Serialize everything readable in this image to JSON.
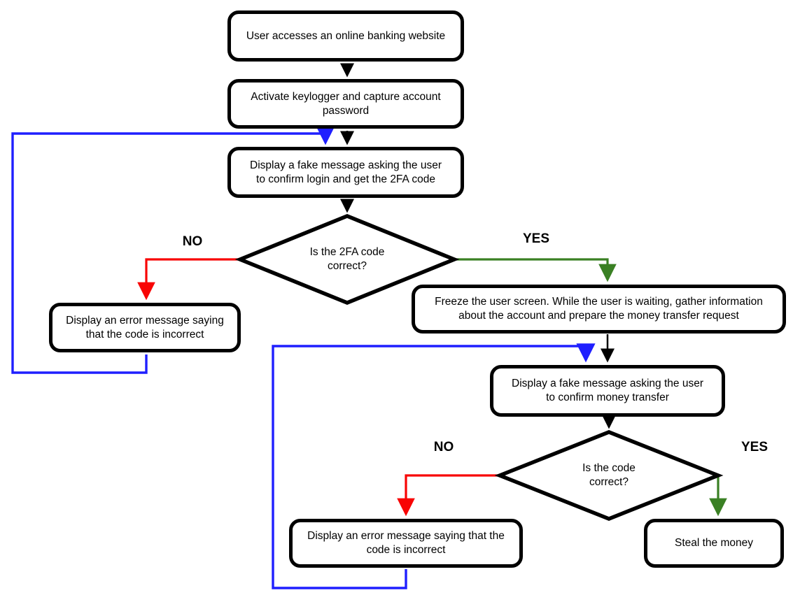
{
  "diagram": {
    "title": "Online banking 2FA phishing / money-theft flowchart",
    "nodes": {
      "access": {
        "label": "User accesses an online banking website"
      },
      "keylogger": {
        "label": "Activate keylogger and capture account\npassword"
      },
      "fake_login": {
        "label": "Display a fake message asking the user\nto confirm login and get the 2FA code"
      },
      "decision_2fa": {
        "label": "Is the 2FA code\ncorrect?"
      },
      "error_2fa": {
        "label": "Display an error message saying\nthat the code is incorrect"
      },
      "freeze": {
        "label": "Freeze the user screen. While the user is waiting, gather information\nabout the account and prepare the money transfer request"
      },
      "fake_transfer": {
        "label": "Display a fake message asking the user\nto confirm money transfer"
      },
      "decision_transfer": {
        "label": "Is the code\ncorrect?"
      },
      "error_transfer": {
        "label": "Display an error message saying that the\ncode is incorrect"
      },
      "steal": {
        "label": "Steal the money"
      }
    },
    "edge_labels": {
      "no_2fa": "NO",
      "yes_2fa": "YES",
      "no_transfer": "NO",
      "yes_transfer": "YES"
    },
    "colors": {
      "node_border": "#000000",
      "node_fill": "#ffffff",
      "edge_black": "#000000",
      "edge_no": "#f80404",
      "edge_yes": "#3a8024",
      "edge_loop": "#1f1fff",
      "label_color": "#000000"
    }
  }
}
